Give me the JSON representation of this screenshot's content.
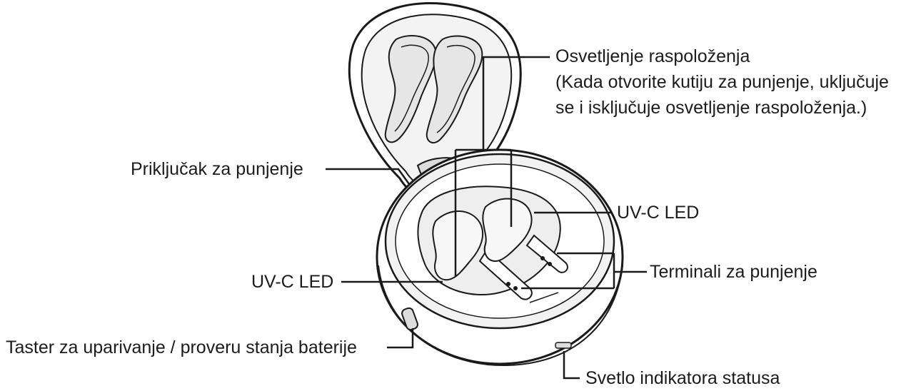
{
  "diagram": {
    "labels": {
      "mood_light_title": "Osvetljenje raspoloženja",
      "mood_light_note_line1": "(Kada otvorite kutiju za punjenje, uključuje",
      "mood_light_note_line2": "se i isključuje osvetljenje raspoloženja.)",
      "charging_port": "Priključak za punjenje",
      "uvc_led_right": "UV-C LED",
      "uvc_led_left": "UV-C LED",
      "charging_terminals": "Terminali za punjenje",
      "pairing_battery_button": "Taster za uparivanje / proveru stanja baterije",
      "status_indicator_light": "Svetlo indikatora statusa"
    },
    "colors": {
      "line": "#1a1a1a",
      "fill_light": "#f1f1f1",
      "fill_mid": "#e4e4e4",
      "background": "#ffffff"
    }
  }
}
